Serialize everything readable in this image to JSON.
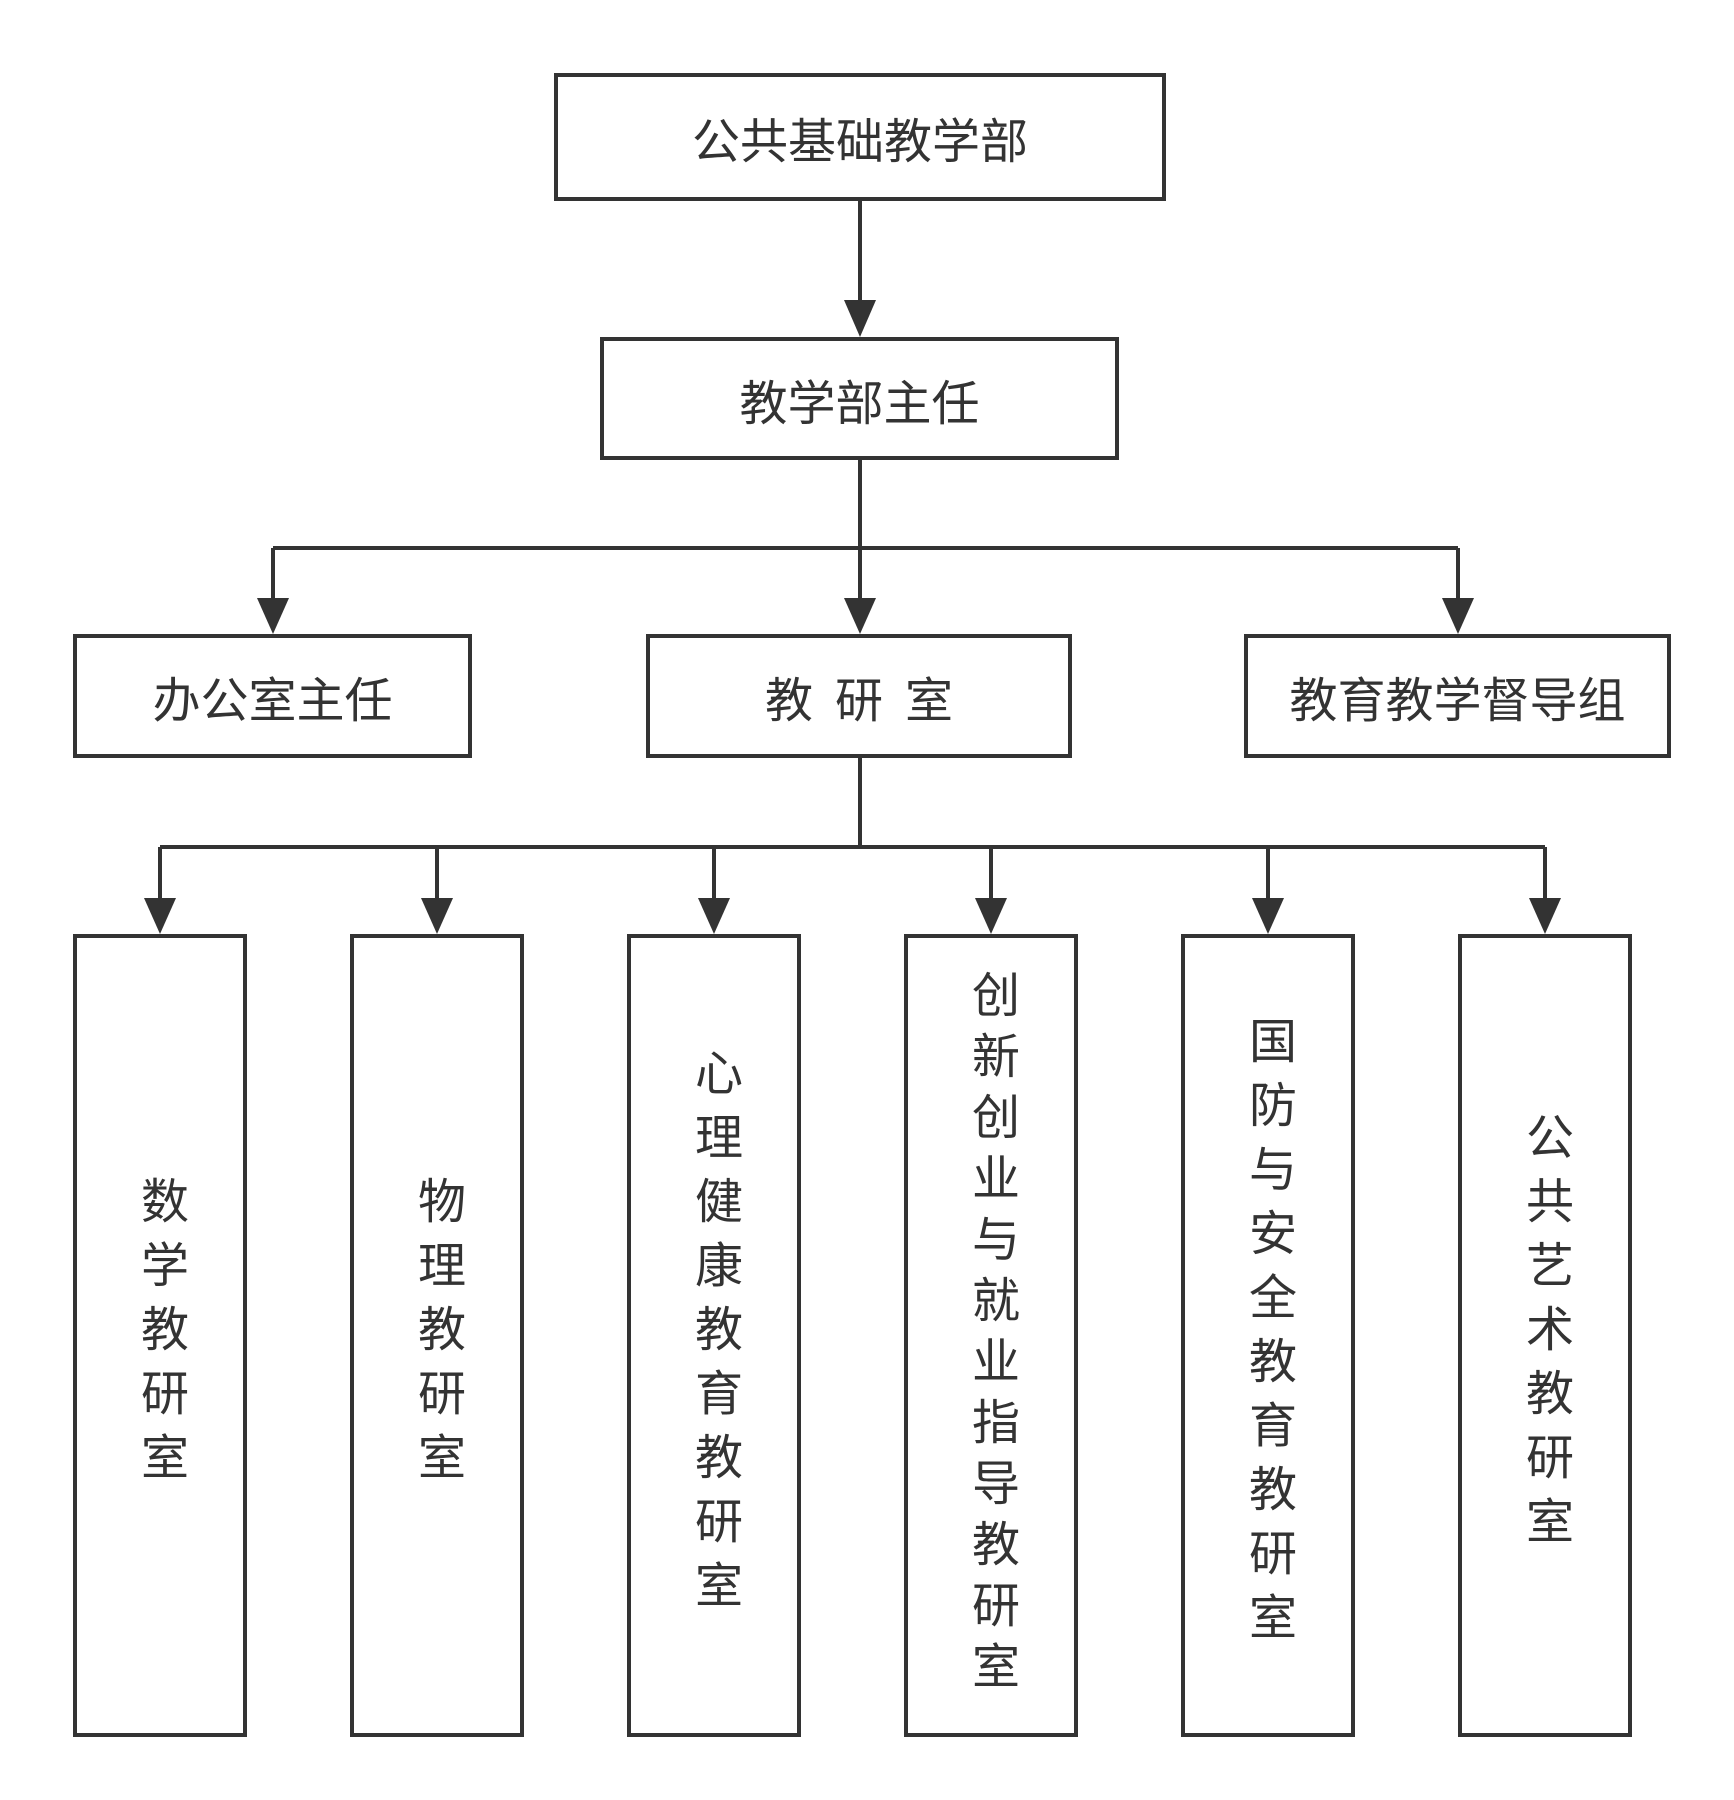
{
  "diagram": {
    "root": "公共基础教学部",
    "director": "教学部主任",
    "level2": {
      "office": "办公室主任",
      "research": "教研室",
      "supervision": "教育教学督导组"
    },
    "research_rooms": {
      "math": "数学教研室",
      "physics": "物理教研室",
      "psychology": "心理健康教育教研室",
      "innovation": "创新创业与就业指导教研室",
      "defense": "国防与安全教育教研室",
      "art": "公共艺术教研室"
    }
  },
  "colors": {
    "line": "#333333",
    "box_border": "#333333",
    "text": "#333333",
    "background": "#ffffff"
  }
}
